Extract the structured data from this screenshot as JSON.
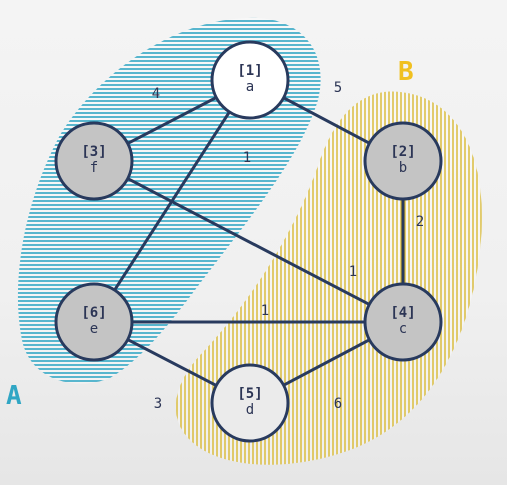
{
  "regions": {
    "A": {
      "label": "A",
      "color": "#30a6c4"
    },
    "B": {
      "label": "B",
      "color": "#f0c020"
    }
  },
  "nodes": [
    {
      "key": "a",
      "id": "[1]",
      "name": "a",
      "fill": "#ffffff"
    },
    {
      "key": "b",
      "id": "[2]",
      "name": "b",
      "fill": "#c4c4c4"
    },
    {
      "key": "f",
      "id": "[3]",
      "name": "f",
      "fill": "#c4c4c4"
    },
    {
      "key": "c",
      "id": "[4]",
      "name": "c",
      "fill": "#c4c4c4"
    },
    {
      "key": "d",
      "id": "[5]",
      "name": "d",
      "fill": "#ebebeb"
    },
    {
      "key": "e",
      "id": "[6]",
      "name": "e",
      "fill": "#c4c4c4"
    }
  ],
  "edges": [
    {
      "from": "a",
      "to": "f",
      "weight": "4"
    },
    {
      "from": "a",
      "to": "b",
      "weight": "5"
    },
    {
      "from": "a",
      "to": "e",
      "weight": "1"
    },
    {
      "from": "b",
      "to": "c",
      "weight": "2"
    },
    {
      "from": "f",
      "to": "c",
      "weight": "1"
    },
    {
      "from": "e",
      "to": "c",
      "weight": "1"
    },
    {
      "from": "e",
      "to": "d",
      "weight": "3"
    },
    {
      "from": "d",
      "to": "c",
      "weight": "6"
    }
  ],
  "colors": {
    "edge": "#283a5e",
    "text": "#2c3555"
  }
}
